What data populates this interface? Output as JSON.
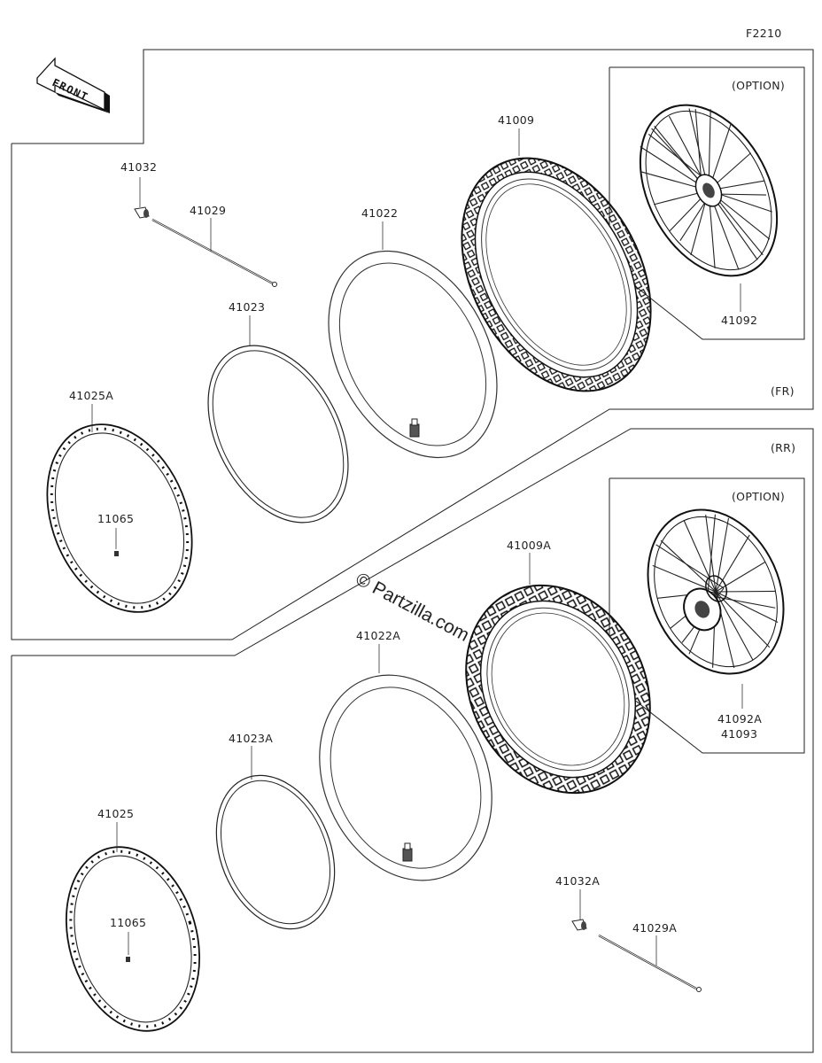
{
  "figure_code": "F2210",
  "front_label": "FRONT",
  "sections": {
    "front": "(FR)",
    "rear": "(RR)"
  },
  "option_labels": {
    "front": "(OPTION)",
    "rear": "(OPTION)"
  },
  "part_labels": {
    "front_valve": "41032",
    "front_spoke": "41029",
    "front_tube": "41022",
    "front_tire": "41009",
    "front_wheel_assy": "41092",
    "front_band": "41023",
    "front_rim": "41025A",
    "front_nipple": "11065",
    "rear_tire": "41009A",
    "rear_wheel_assy_1": "41092A",
    "rear_wheel_assy_2": "41093",
    "rear_tube": "41022A",
    "rear_band": "41023A",
    "rear_rim": "41025",
    "rear_nipple": "11065",
    "rear_valve": "41032A",
    "rear_spoke": "41029A"
  },
  "watermark": "© Partzilla.com"
}
